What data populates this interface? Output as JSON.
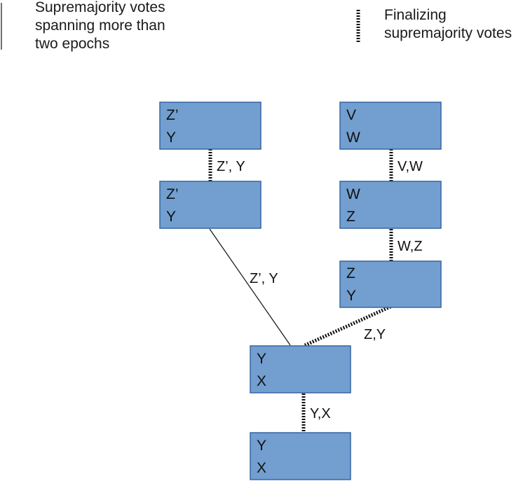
{
  "legend": {
    "plain_label": "Supremajority votes\nspanning more than\ntwo epochs",
    "dotted_label": "Finalizing\nsupremajority votes"
  },
  "nodes": [
    {
      "id": "n1",
      "line1": "Z’",
      "line2": "Y"
    },
    {
      "id": "n2",
      "line1": "Z’",
      "line2": "Y"
    },
    {
      "id": "n3",
      "line1": "V",
      "line2": "W"
    },
    {
      "id": "n4",
      "line1": "W",
      "line2": "Z"
    },
    {
      "id": "n5",
      "line1": "Z",
      "line2": "Y"
    },
    {
      "id": "n6",
      "line1": "Y",
      "line2": "X"
    },
    {
      "id": "n7",
      "line1": "Y",
      "line2": "X"
    }
  ],
  "edges": [
    {
      "id": "e1",
      "label": "Z’, Y",
      "style": "dotted"
    },
    {
      "id": "e2",
      "label": "Z’, Y",
      "style": "plain"
    },
    {
      "id": "e3",
      "label": "V,W",
      "style": "dotted"
    },
    {
      "id": "e4",
      "label": "W,Z",
      "style": "dotted"
    },
    {
      "id": "e5",
      "label": "Z,Y",
      "style": "dotted"
    },
    {
      "id": "e6",
      "label": "Y,X",
      "style": "dotted"
    }
  ],
  "colors": {
    "node_fill": "#729fcf",
    "node_border": "#3465a4",
    "line": "#111111"
  }
}
